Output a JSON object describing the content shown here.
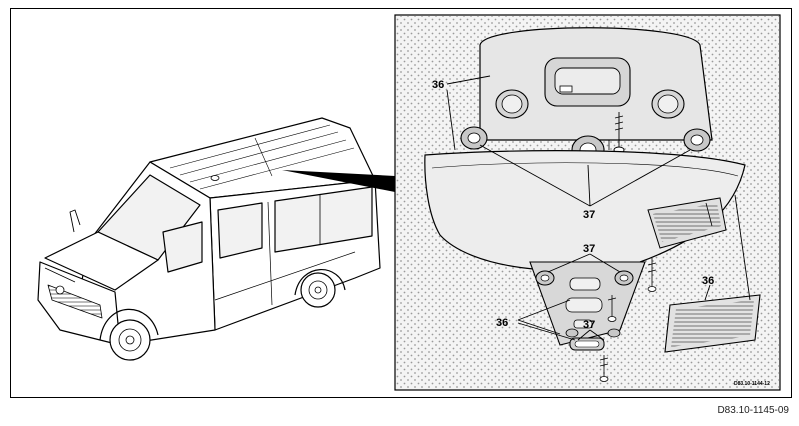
{
  "figure": {
    "outer_reference": "D83.10-1145-09",
    "inner_reference": "D83.10-1144-12"
  },
  "callouts": {
    "top_left_36": "36",
    "top_center_37": "37",
    "middle_37": "37",
    "right_36": "36",
    "lower_left_36": "36",
    "lower_37": "37"
  },
  "colors": {
    "line": "#000000",
    "detail_background": "#f4f4f4",
    "dot_pattern": "#9a9a9a",
    "panel_fill": "#e6e6e6",
    "panel_shadow": "#cfcfcf"
  }
}
